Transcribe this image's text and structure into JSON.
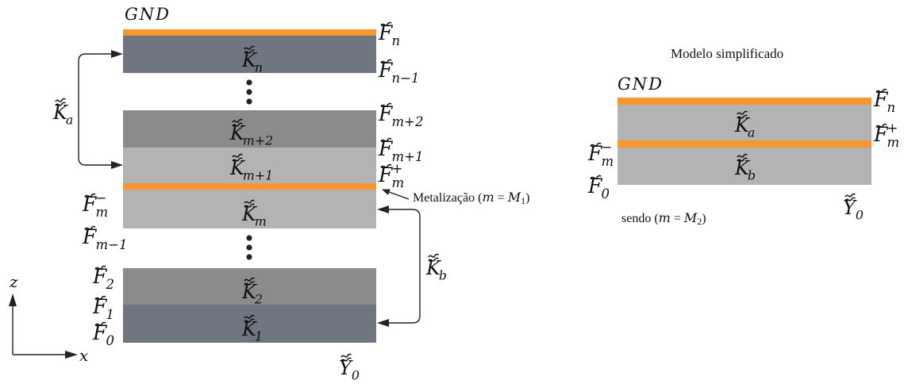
{
  "colors": {
    "metal": "#f7962f",
    "dark_layer": "#6f7680",
    "mid_layer": "#8b8b8b",
    "light_layer": "#b3b3b3",
    "line": "#222222"
  },
  "left": {
    "gnd": "GND",
    "F_n": {
      "base": "F",
      "sub": "n"
    },
    "F_n_minus_1": {
      "base": "F",
      "sub": "n−1"
    },
    "F_m_plus_2": {
      "base": "F",
      "sub": "m+2"
    },
    "F_m_plus_1": {
      "base": "F",
      "sub": "m+1"
    },
    "F_m_plus": {
      "base": "F",
      "sub": "m",
      "sup": "+"
    },
    "F_m_minus": {
      "base": "F",
      "sub": "m",
      "sup": "−"
    },
    "F_m_minus_1": {
      "base": "F",
      "sub": "m−1"
    },
    "F_2": {
      "base": "F",
      "sub": "2"
    },
    "F_1": {
      "base": "F",
      "sub": "1"
    },
    "F_0": {
      "base": "F",
      "sub": "0"
    },
    "K_n": {
      "base": "K",
      "sub": "n"
    },
    "K_m2": {
      "base": "K",
      "sub": "m+2"
    },
    "K_m1": {
      "base": "K",
      "sub": "m+1"
    },
    "K_m": {
      "base": "K",
      "sub": "m"
    },
    "K_2": {
      "base": "K",
      "sub": "2"
    },
    "K_1": {
      "base": "K",
      "sub": "1"
    },
    "K_a": {
      "base": "K",
      "sub": "a"
    },
    "K_b": {
      "base": "K",
      "sub": "b"
    },
    "Y_0": {
      "base": "Y",
      "sub": "0"
    },
    "metal_note": "Metalização (",
    "metal_eq_m": "m",
    "metal_eq_sign": " = ",
    "metal_eq_M": "M",
    "metal_eq_Msub": "1",
    "metal_close": ")",
    "axis_z": "z",
    "axis_x": "x"
  },
  "right": {
    "title": "Modelo simplificado",
    "gnd": "GND",
    "F_n": {
      "base": "F",
      "sub": "n"
    },
    "F_m_plus": {
      "base": "F",
      "sub": "m",
      "sup": "+"
    },
    "F_m_minus": {
      "base": "F",
      "sub": "m",
      "sup": "−"
    },
    "F_0": {
      "base": "F",
      "sub": "0"
    },
    "K_a": {
      "base": "K",
      "sub": "a"
    },
    "K_b": {
      "base": "K",
      "sub": "b"
    },
    "Y_0": {
      "base": "Y",
      "sub": "0"
    },
    "note": "sendo (",
    "note_m": "m",
    "note_sign": " = ",
    "note_M": "M",
    "note_Msub": "2",
    "note_close": ")"
  }
}
